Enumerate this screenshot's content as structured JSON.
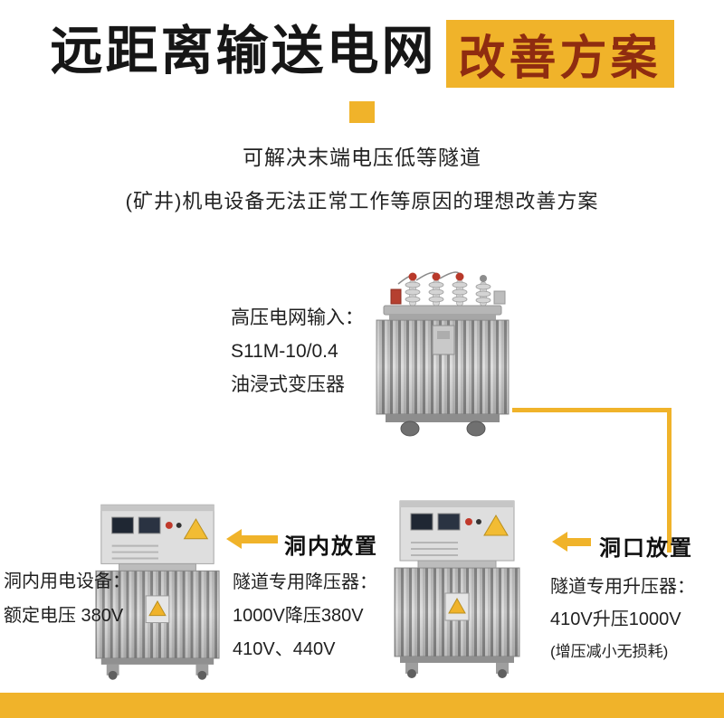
{
  "colors": {
    "accent": "#F0B32A",
    "title_highlight_text": "#8F2C10",
    "title_text": "#161616"
  },
  "header": {
    "title_main": "远距离输送电网",
    "title_highlight": "改善方案",
    "subtitle1": "可解决末端电压低等隧道",
    "subtitle2": "(矿井)机电设备无法正常工作等原因的理想改善方案"
  },
  "input_transformer": {
    "line1": "高压电网输入：",
    "line2": "S11M-10/0.4",
    "line3": "油浸式变压器"
  },
  "tunnel_inside_device": {
    "line1": "洞内用电设备：",
    "line2": "额定电压  380V"
  },
  "step_down": {
    "title": "洞内放置",
    "line1": "隧道专用降压器：",
    "line2": "1000V降压380V",
    "line3": "410V、440V"
  },
  "step_up": {
    "title": "洞口放置",
    "line1": "隧道专用升压器：",
    "line2": "410V升压1000V",
    "line3": "(增压减小无损耗)"
  }
}
